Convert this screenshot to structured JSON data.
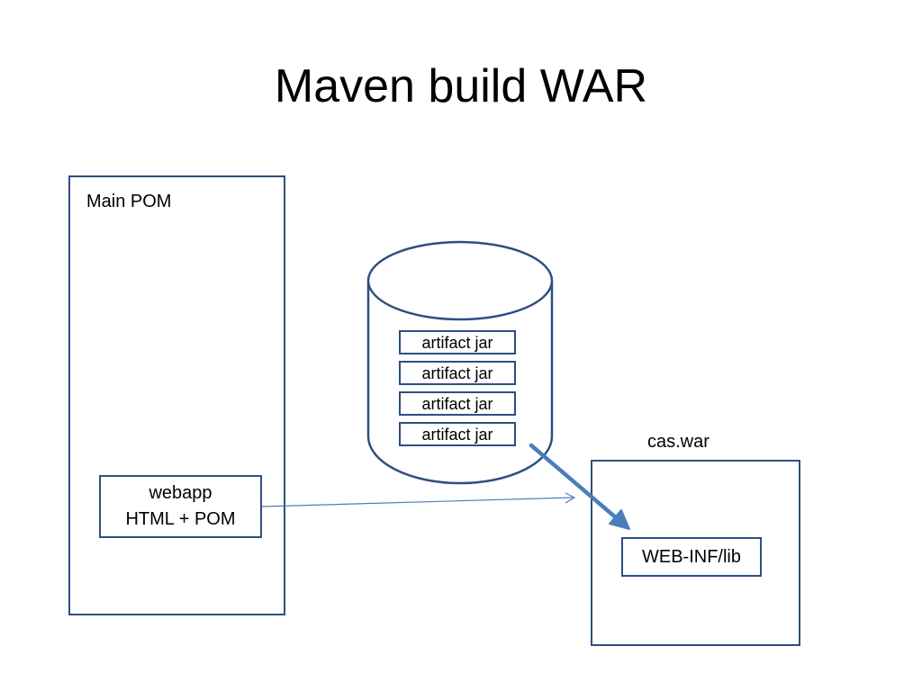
{
  "title": "Maven build WAR",
  "main_pom": {
    "label": "Main POM"
  },
  "webapp": {
    "line1": "webapp",
    "line2": "HTML + POM"
  },
  "repository": {
    "jars": [
      "artifact jar",
      "artifact jar",
      "artifact jar",
      "artifact jar"
    ]
  },
  "war": {
    "label": "cas.war",
    "lib_label": "WEB-INF/lib"
  },
  "colors": {
    "outline": "#2e4f82",
    "arrow": "#4a7ebb"
  }
}
